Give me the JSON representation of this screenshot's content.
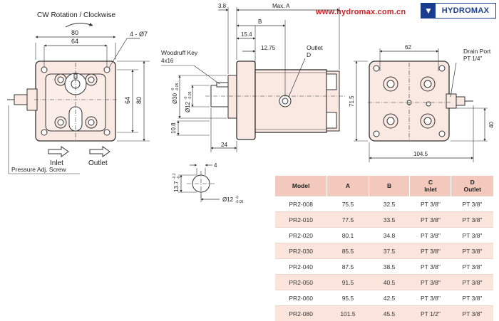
{
  "header": {
    "url": "www.hydromax.com.cn",
    "brand": "HYDROMAX"
  },
  "front_view": {
    "rotation_label": "CW Rotation / Clockwise",
    "dim_width_outer": "80",
    "dim_width_inner": "64",
    "dim_holes": "4 - Ø7",
    "dim_height_inner": "64",
    "dim_height_outer": "80",
    "inlet_label": "Inlet",
    "outlet_label": "Outlet",
    "screw_label": "Pressure Adj. Screw"
  },
  "side_view": {
    "dim_38": "3.8",
    "dim_max_a": "Max. A",
    "dim_b": "B",
    "dim_154": "15.4",
    "dim_1275": "12.75",
    "outlet_label": "Outlet",
    "outlet_letter": "D",
    "key_label": "Woodruff Key",
    "key_size": "4x16",
    "dim_dia30": "Ø30",
    "tol_dia30_top": "-0",
    "tol_dia30_bot": "-0.05",
    "dim_dia12": "Ø12",
    "tol_dia12_top": "-0",
    "tol_dia12_bot": "-0.05",
    "dim_108": "10.8",
    "dim_24": "24"
  },
  "shaft_detail": {
    "dim_4": "4",
    "dim_137": "13.7",
    "tol_137_top": "-0.2",
    "tol_137_bot": "-0",
    "dim_dia12": "Ø12",
    "tol_dia12_top": "-0",
    "tol_dia12_bot": "-0.05"
  },
  "rear_view": {
    "dim_62": "62",
    "drain_label": "Drain Port",
    "drain_size": "PT 1/4\"",
    "dim_715": "71.5",
    "dim_40": "40",
    "dim_1045": "104.5"
  },
  "table": {
    "headers": [
      {
        "line1": "Model",
        "line2": ""
      },
      {
        "line1": "A",
        "line2": ""
      },
      {
        "line1": "B",
        "line2": ""
      },
      {
        "line1": "C",
        "line2": "Inlet"
      },
      {
        "line1": "D",
        "line2": "Outlet"
      }
    ],
    "rows": [
      [
        "PR2-008",
        "75.5",
        "32.5",
        "PT 3/8\"",
        "PT 3/8\""
      ],
      [
        "PR2-010",
        "77.5",
        "33.5",
        "PT 3/8\"",
        "PT 3/8\""
      ],
      [
        "PR2-020",
        "80.1",
        "34.8",
        "PT 3/8\"",
        "PT 3/8\""
      ],
      [
        "PR2-030",
        "85.5",
        "37.5",
        "PT 3/8\"",
        "PT 3/8\""
      ],
      [
        "PR2-040",
        "87.5",
        "38.5",
        "PT 3/8\"",
        "PT 3/8\""
      ],
      [
        "PR2-050",
        "91.5",
        "40.5",
        "PT 3/8\"",
        "PT 3/8\""
      ],
      [
        "PR2-060",
        "95.5",
        "42.5",
        "PT 3/8\"",
        "PT 3/8\""
      ],
      [
        "PR2-080",
        "101.5",
        "45.5",
        "PT 1/2\"",
        "PT 3/8\""
      ]
    ]
  },
  "colors": {
    "body_fill": "#fae9e2",
    "line": "#333333",
    "table_header": "#f2c9bc",
    "brand_blue": "#1a3c8e",
    "url_red": "#d42020"
  }
}
